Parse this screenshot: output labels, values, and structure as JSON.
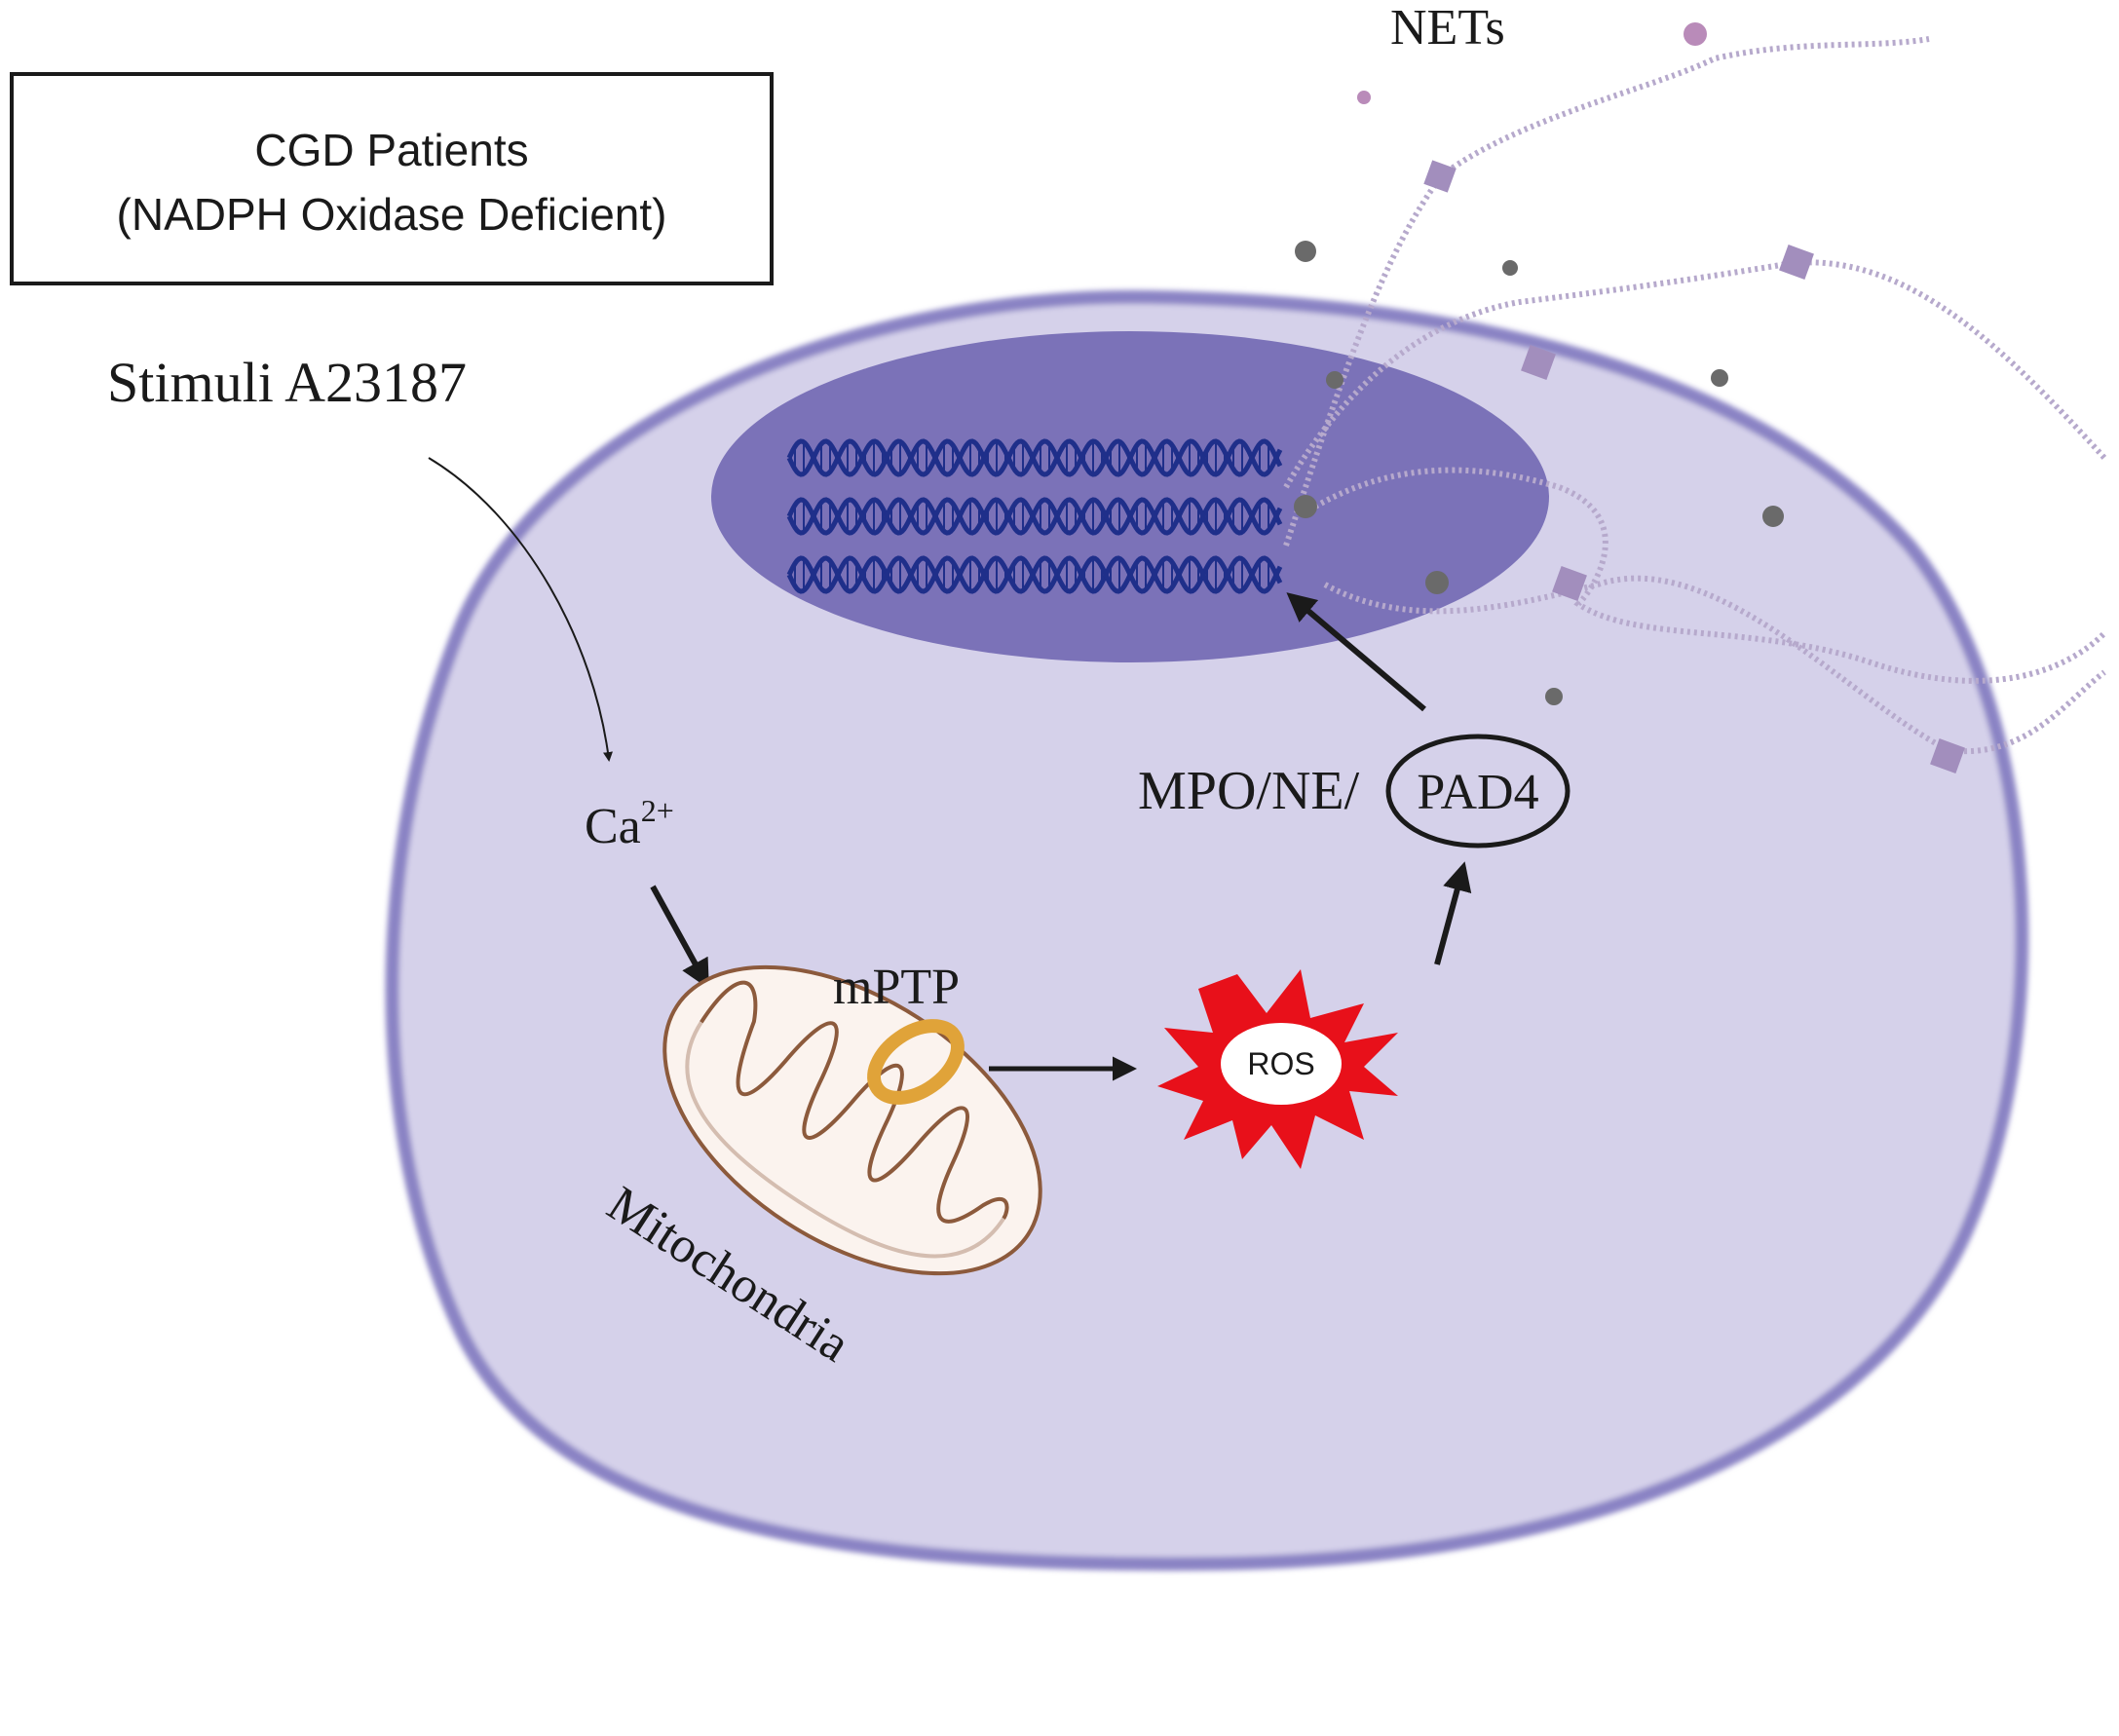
{
  "title_box": {
    "line1": "CGD Patients",
    "line2": "(NADPH Oxidase Deficient)"
  },
  "labels": {
    "stimuli": "Stimuli A23187",
    "calcium_base": "Ca",
    "calcium_superscript": "2+",
    "mptp": "mPTP",
    "mitochondria": "Mitochondria",
    "ros": "ROS",
    "enzymes_prefix": "MPO/NE/",
    "pad4": "PAD4",
    "nets": "NETs"
  },
  "colors": {
    "cell_fill": "#d5d1ea",
    "cell_border": "#8a83c4",
    "nucleus_fill": "#7b72b8",
    "dna_strand": "#1f2f8a",
    "net_fiber": "#b6a9cc",
    "ros_outer": "#e8101a",
    "mito_fill": "#fbf3ee",
    "mito_border": "#8c5a3c",
    "mptp_ring": "#e0a339",
    "arrow": "#1a1a1a"
  }
}
